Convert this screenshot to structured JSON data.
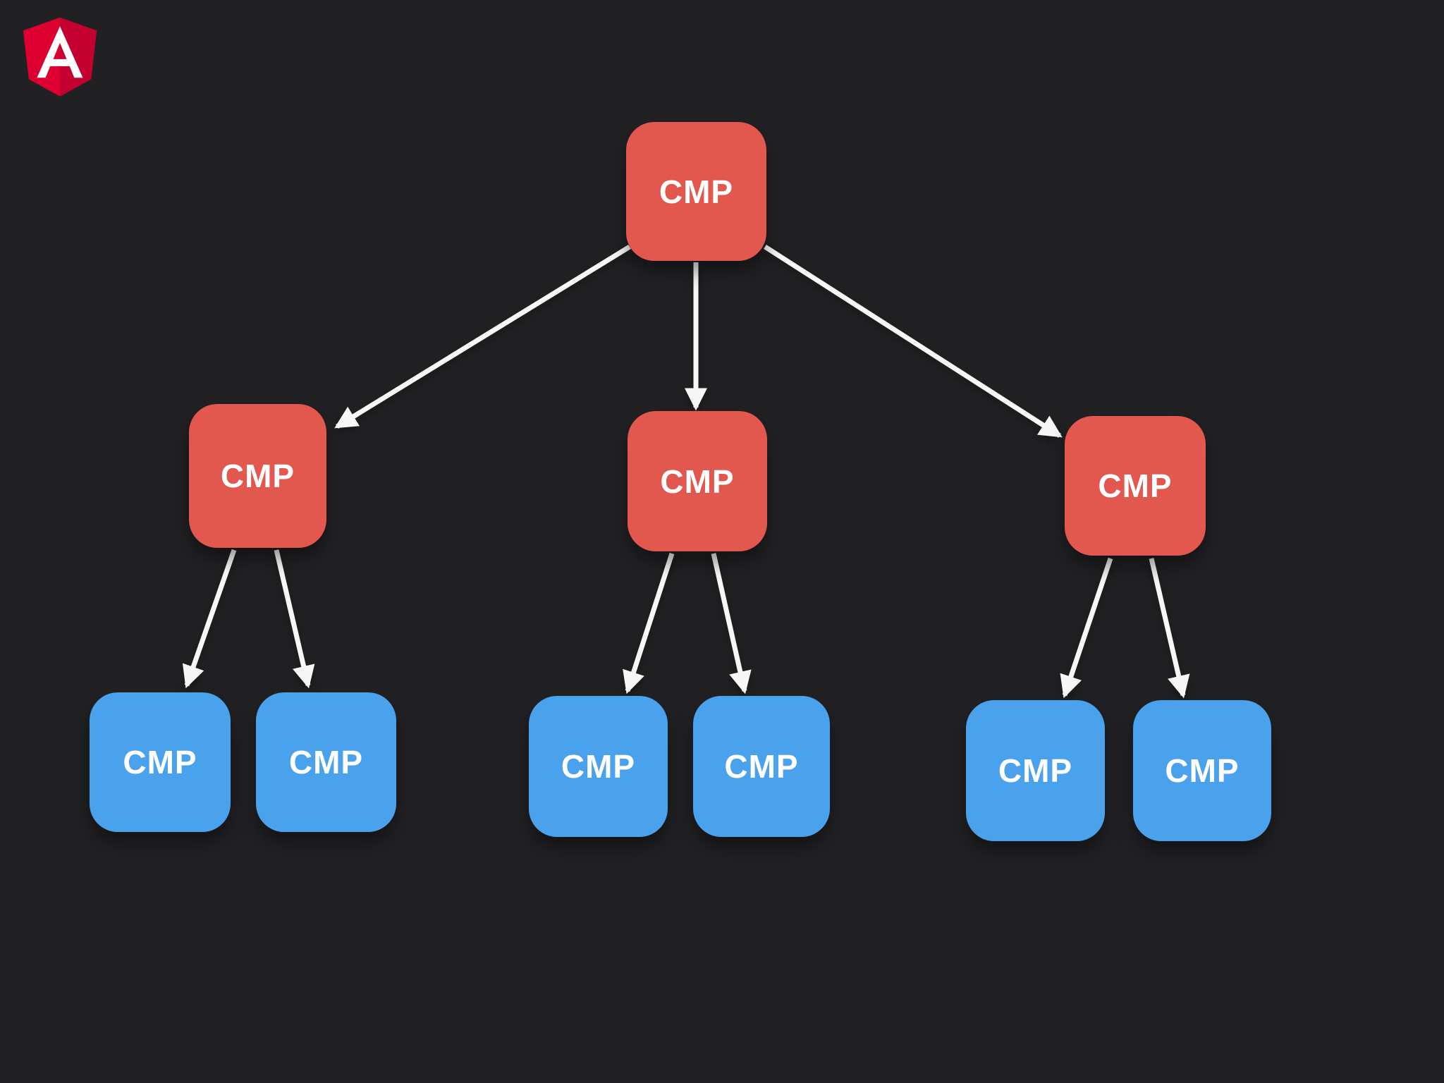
{
  "page": {
    "background_color": "#212023"
  },
  "logo": {
    "name": "angular-logo",
    "letter": "A",
    "colors": {
      "shield_left": "#DD0031",
      "shield_right": "#C3002F",
      "letter": "#FFFFFF"
    }
  },
  "diagram": {
    "type": "tree",
    "colors": {
      "parent_node": "#E2574E",
      "child_node": "#4AA2EC",
      "arrow": "#F7F7F7",
      "label_text": "#FFFFFF"
    },
    "nodes": [
      {
        "id": "root",
        "label": "CMP",
        "level": 1,
        "role": "parent",
        "parent": null
      },
      {
        "id": "l2-left",
        "label": "CMP",
        "level": 2,
        "role": "parent",
        "parent": "root"
      },
      {
        "id": "l2-mid",
        "label": "CMP",
        "level": 2,
        "role": "parent",
        "parent": "root"
      },
      {
        "id": "l2-right",
        "label": "CMP",
        "level": 2,
        "role": "parent",
        "parent": "root"
      },
      {
        "id": "l3-1",
        "label": "CMP",
        "level": 3,
        "role": "child",
        "parent": "l2-left"
      },
      {
        "id": "l3-2",
        "label": "CMP",
        "level": 3,
        "role": "child",
        "parent": "l2-left"
      },
      {
        "id": "l3-3",
        "label": "CMP",
        "level": 3,
        "role": "child",
        "parent": "l2-mid"
      },
      {
        "id": "l3-4",
        "label": "CMP",
        "level": 3,
        "role": "child",
        "parent": "l2-mid"
      },
      {
        "id": "l3-5",
        "label": "CMP",
        "level": 3,
        "role": "child",
        "parent": "l2-right"
      },
      {
        "id": "l3-6",
        "label": "CMP",
        "level": 3,
        "role": "child",
        "parent": "l2-right"
      }
    ],
    "edges": [
      {
        "from": "root",
        "to": "l2-left"
      },
      {
        "from": "root",
        "to": "l2-mid"
      },
      {
        "from": "root",
        "to": "l2-right"
      },
      {
        "from": "l2-left",
        "to": "l3-1"
      },
      {
        "from": "l2-left",
        "to": "l3-2"
      },
      {
        "from": "l2-mid",
        "to": "l3-3"
      },
      {
        "from": "l2-mid",
        "to": "l3-4"
      },
      {
        "from": "l2-right",
        "to": "l3-5"
      },
      {
        "from": "l2-right",
        "to": "l3-6"
      }
    ]
  }
}
